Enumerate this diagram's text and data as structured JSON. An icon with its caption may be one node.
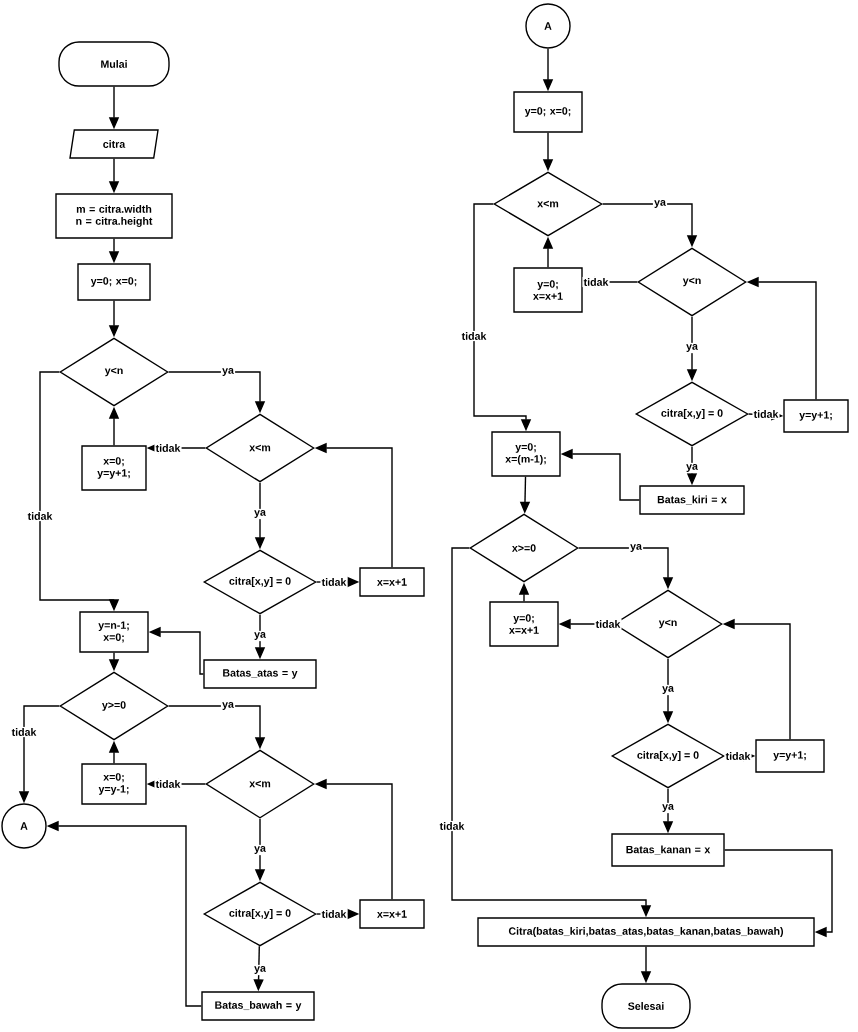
{
  "diagram": {
    "nodes": [
      {
        "text": [
          "Mulai"
        ]
      },
      {
        "text": [
          "citra"
        ]
      },
      {
        "text": [
          "m = citra.width n = citra.height"
        ]
      },
      {
        "text": [
          "y=0; x=0;"
        ]
      },
      {
        "text": [
          "y<n"
        ]
      },
      {
        "text": [
          "x=0; y=y+1;"
        ]
      },
      {
        "text": [
          "x<m"
        ]
      },
      {
        "text": [
          "citra[x,y] = 0"
        ]
      },
      {
        "text": [
          "x=x+1"
        ]
      },
      {
        "text": [
          "y=n-1; x=0;"
        ]
      },
      {
        "text": [
          "Batas_atas = y"
        ]
      },
      {
        "text": [
          "y>=0"
        ]
      },
      {
        "text": [
          "x=0; y=y-1;"
        ]
      },
      {
        "text": [
          "x<m"
        ]
      },
      {
        "text": [
          "A"
        ]
      },
      {
        "text": [
          "citra[x,y] = 0"
        ]
      },
      {
        "text": [
          "x=x+1"
        ]
      },
      {
        "text": [
          "Batas_bawah = y"
        ]
      },
      {
        "text": [
          "A"
        ]
      },
      {
        "text": [
          "y=0; x=0;"
        ]
      },
      {
        "text": [
          "x<m"
        ]
      },
      {
        "text": [
          "y=0; x=x+1"
        ]
      },
      {
        "text": [
          "y<n"
        ]
      },
      {
        "text": [
          "citra[x,y] = 0"
        ]
      },
      {
        "text": [
          "y=y+1;"
        ]
      },
      {
        "text": [
          "y=0; x=(m-1);"
        ]
      },
      {
        "text": [
          "Batas_kiri = x"
        ]
      },
      {
        "text": [
          "x>=0"
        ]
      },
      {
        "text": [
          "y=0; x=x+1"
        ]
      },
      {
        "text": [
          "y<n"
        ]
      },
      {
        "text": [
          "citra[x,y] = 0"
        ]
      },
      {
        "text": [
          "y=y+1;"
        ]
      },
      {
        "text": [
          "Batas_kanan = x"
        ]
      },
      {
        "text": [
          "Citra(batas_kiri,batas_atas,batas_kanan,batas_bawah)"
        ]
      },
      {
        "text": [
          "Selesai"
        ]
      }
    ],
    "edges": [
      {
        "from": 0,
        "to": 1,
        "arrow": "to"
      },
      {
        "from": 1,
        "to": 2,
        "arrow": "to"
      },
      {
        "from": 2,
        "to": 3,
        "arrow": "to"
      },
      {
        "from": 3,
        "to": 4,
        "arrow": "to"
      },
      {
        "from": 4,
        "to": 6,
        "arrow": "to",
        "label": "ya"
      },
      {
        "from": 4,
        "to": 9,
        "arrow": "to",
        "label": "tidak"
      },
      {
        "from": 6,
        "to": 5,
        "arrow": "to",
        "label": "tidak"
      },
      {
        "from": 5,
        "to": 4,
        "arrow": "to"
      },
      {
        "from": 6,
        "to": 7,
        "arrow": "to",
        "label": "ya"
      },
      {
        "from": 7,
        "to": 8,
        "arrow": "to",
        "label": "tidak"
      },
      {
        "from": 8,
        "to": 6,
        "arrow": "to"
      },
      {
        "from": 7,
        "to": 10,
        "arrow": "to",
        "label": "ya"
      },
      {
        "from": 10,
        "to": 9,
        "arrow": "to"
      },
      {
        "from": 9,
        "to": 11,
        "arrow": "to"
      },
      {
        "from": 11,
        "to": 13,
        "arrow": "to",
        "label": "ya"
      },
      {
        "from": 11,
        "to": 14,
        "arrow": "to",
        "label": "tidak"
      },
      {
        "from": 13,
        "to": 12,
        "arrow": "to",
        "label": "tidak"
      },
      {
        "from": 12,
        "to": 11,
        "arrow": "to"
      },
      {
        "from": 13,
        "to": 15,
        "arrow": "to",
        "label": "ya"
      },
      {
        "from": 15,
        "to": 16,
        "arrow": "to",
        "label": "tidak"
      },
      {
        "from": 16,
        "to": 13,
        "arrow": "to"
      },
      {
        "from": 15,
        "to": 17,
        "arrow": "to",
        "label": "ya"
      },
      {
        "from": 17,
        "to": 14,
        "arrow": "to"
      },
      {
        "from": 18,
        "to": 19,
        "arrow": "to"
      },
      {
        "from": 19,
        "to": 20,
        "arrow": "to"
      },
      {
        "from": 20,
        "to": 22,
        "arrow": "to",
        "label": "ya"
      },
      {
        "from": 20,
        "to": 25,
        "arrow": "to",
        "label": "tidak"
      },
      {
        "from": 22,
        "to": 21,
        "arrow": "to",
        "label": "tidak"
      },
      {
        "from": 21,
        "to": 20,
        "arrow": "to"
      },
      {
        "from": 22,
        "to": 23,
        "arrow": "to",
        "label": "ya"
      },
      {
        "from": 23,
        "to": 24,
        "arrow": "to",
        "label": "tidak"
      },
      {
        "from": 24,
        "to": 22,
        "arrow": "to"
      },
      {
        "from": 23,
        "to": 26,
        "arrow": "to",
        "label": "ya"
      },
      {
        "from": 26,
        "to": 25,
        "arrow": "to"
      },
      {
        "from": 25,
        "to": 27,
        "arrow": "to"
      },
      {
        "from": 27,
        "to": 29,
        "arrow": "to",
        "label": "ya"
      },
      {
        "from": 27,
        "to": 33,
        "arrow": "to",
        "label": "tidak"
      },
      {
        "from": 29,
        "to": 28,
        "arrow": "to",
        "label": "tidak"
      },
      {
        "from": 28,
        "to": 27,
        "arrow": "to"
      },
      {
        "from": 29,
        "to": 30,
        "arrow": "to",
        "label": "ya"
      },
      {
        "from": 30,
        "to": 31,
        "arrow": "to",
        "label": "tidak"
      },
      {
        "from": 31,
        "to": 29,
        "arrow": "to"
      },
      {
        "from": 30,
        "to": 32,
        "arrow": "to",
        "label": "ya"
      },
      {
        "from": 32,
        "to": 33,
        "arrow": "to"
      },
      {
        "from": 33,
        "to": 34,
        "arrow": "to"
      }
    ]
  }
}
